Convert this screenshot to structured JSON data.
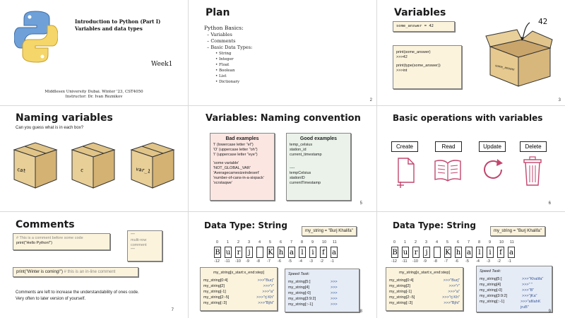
{
  "slide1": {
    "title_line1": "Introduction to Python (Part I)",
    "title_line2": "Variables and data types",
    "week": "Week1",
    "footer_line1": "Middlesex University Dubai. Winter '23, CST4050",
    "footer_line2": "Instructor: Dr. Ivan Reznikov"
  },
  "slide2": {
    "title": "Plan",
    "heading": "Python Basics:",
    "items": [
      "Variables",
      "Comments",
      "Basic Data Types:"
    ],
    "subitems": [
      "String",
      "Integer",
      "Float",
      "Boolean",
      "List",
      "Dictionary"
    ],
    "num": "2"
  },
  "slide3": {
    "title": "Variables",
    "code1": "some_answer = 42",
    "code2_l1": "print(some_answer)",
    "code2_l2": ">>>42",
    "code2_l3": "print(type(some_answer))",
    "code2_l4": ">>>int",
    "box_value": "42",
    "box_label": "some_answer",
    "num": "3"
  },
  "slide4": {
    "title": "Naming variables",
    "subtitle": "Can you guess what is in each box?",
    "labels": [
      "cat",
      "c",
      "var_1"
    ]
  },
  "slide5": {
    "title": "Variables: Naming convention",
    "bad_title": "Bad examples",
    "bad_items": [
      "'l' (lowercase letter \"el\")",
      "'O' (uppercase letter \"oh\")",
      "'I' (uppercase letter \"eye\")",
      "",
      "'some variable'",
      "'NOT_GLOBAL_VAR'",
      "'Averagecamesizeindesert'",
      "'number-of-cans-in-a-sixpack'",
      "'xcrstaqwe'"
    ],
    "good_title": "Good examples",
    "good_items": [
      "temp_celsius",
      "station_id",
      "current_timestamp",
      "",
      "",
      "----",
      "tempCelsius",
      "stationID",
      "currentTimestamp"
    ],
    "num": "5"
  },
  "slide6": {
    "title": "Basic operations with variables",
    "buttons": [
      "Create",
      "Read",
      "Update",
      "Delete"
    ],
    "num": "6"
  },
  "slide7": {
    "title": "Comments",
    "note1_l1": "# This is a comment before some code",
    "note1_l2": "print(\"Hello Python!\")",
    "note2_l1": "\"\"\"",
    "note2_l2": "multi-row",
    "note2_l3": "comment",
    "note2_l4": "\"\"\"",
    "note3_code": "print(\"Winter is coming!\")",
    "note3_comment": "# this is an in-line comment",
    "footer_l1": "Comments are left to increase the understandability of ones code.",
    "footer_l2": "Very often to later version of yourself.",
    "num": "7"
  },
  "slide8": {
    "title": "Data Type: String",
    "assign": "my_string = \"Burj Khalifa\"",
    "chars": [
      "B",
      "u",
      "r",
      "j",
      " ",
      "K",
      "h",
      "a",
      "l",
      "i",
      "f",
      "a"
    ],
    "pos_idx": [
      "0",
      "1",
      "2",
      "3",
      "4",
      "5",
      "6",
      "7",
      "8",
      "9",
      "10",
      "11"
    ],
    "neg_idx": [
      "-12",
      "-11",
      "-10",
      "-9",
      "-8",
      "-7",
      "-6",
      "-5",
      "-4",
      "-3",
      "-2",
      "-1"
    ],
    "slice_header": "my_string[x_start:x_end:step]",
    "left_lines": [
      "my_string[0:4]",
      "my_string[2]",
      "my_string[-1]",
      "my_string[2:-5]",
      "my_string[::3]"
    ],
    "left_results": [
      ">>>\"Burj\"",
      ">>>\"r\"",
      ">>>\"a\"",
      ">>>\"rj Kh\"",
      ">>>\"Bjhi\""
    ],
    "task_title": "Speed Task:",
    "right_lines": [
      "my_string[5:]",
      "my_string[4]",
      "my_string[-0]",
      "my_string[3:9:2]",
      "my_string[::-1]"
    ],
    "right_results": [
      ">>>",
      ">>>",
      ">>>",
      ">>>",
      ">>>"
    ],
    "num": "8"
  },
  "slide9": {
    "title": "Data Type: String",
    "assign": "my_string = \"Burj Khalifa\"",
    "slice_header": "my_string[x_start:x_end:step]",
    "left_lines": [
      "my_string[0:4]",
      "my_string[2]",
      "my_string[-1]",
      "my_string[2:-5]",
      "my_string[::3]"
    ],
    "left_results": [
      ">>>\"Burj\"",
      ">>>\"r\"",
      ">>>\"a\"",
      ">>>\"rj Kh\"",
      ">>>\"Bjhi\""
    ],
    "task_title": "Speed Task:",
    "right_lines": [
      "my_string[5:]",
      "my_string[4]",
      "my_string[-0]",
      "my_string[3:9:2]",
      "my_string[::-1]"
    ],
    "right_results": [
      ">>>\"Khalifa\"",
      ">>>\" \"",
      ">>>\"B\"",
      ">>>\"jKa\"",
      ">>>\"afilahK jruB\""
    ],
    "num": "9"
  }
}
